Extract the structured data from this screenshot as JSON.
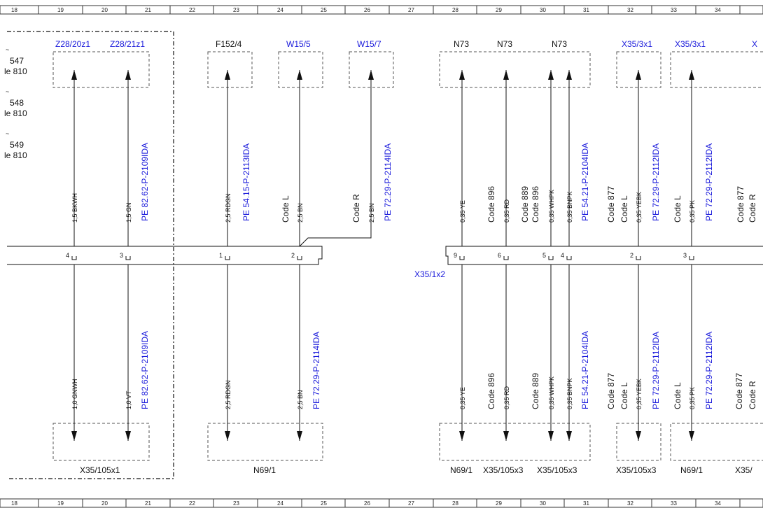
{
  "colors": {
    "line": "#111111",
    "link": "#1a1adb",
    "ruler": "#333333"
  },
  "ruler": {
    "top": [
      "18",
      "19",
      "20",
      "21",
      "22",
      "23",
      "24",
      "25",
      "26",
      "27",
      "28",
      "29",
      "30",
      "31",
      "32",
      "33",
      "34"
    ],
    "bottom": [
      "18",
      "19",
      "20",
      "21",
      "22",
      "23",
      "24",
      "25",
      "26",
      "27",
      "28",
      "29",
      "30",
      "31",
      "32",
      "33",
      "34"
    ]
  },
  "left_notes": [
    {
      "sym": "~",
      "num": "547",
      "txt": "le 810"
    },
    {
      "sym": "~",
      "num": "548",
      "txt": "le 810"
    },
    {
      "sym": "~",
      "num": "549",
      "txt": "le 810"
    }
  ],
  "top_components": [
    {
      "id": "tc1",
      "text": "Z28/20z1",
      "blue": true
    },
    {
      "id": "tc2",
      "text": "Z28/21z1",
      "blue": true
    },
    {
      "id": "tc3",
      "text": "F152/4",
      "blue": false
    },
    {
      "id": "tc4",
      "text": "W15/5",
      "blue": true
    },
    {
      "id": "tc5",
      "text": "W15/7",
      "blue": true
    },
    {
      "id": "tc6",
      "text": "N73",
      "blue": false
    },
    {
      "id": "tc7",
      "text": "N73",
      "blue": false
    },
    {
      "id": "tc8",
      "text": "N73",
      "blue": false
    },
    {
      "id": "tc9",
      "text": "X35/3x1",
      "blue": true
    },
    {
      "id": "tc10",
      "text": "X35/3x1",
      "blue": true
    },
    {
      "id": "tc11",
      "text": "X",
      "blue": true
    }
  ],
  "wire_labels_top": [
    "1,5 BKWH",
    "1,5 GN",
    "2,5 RDGN",
    "2,5 BN",
    "2,5 BN",
    "0,35 YE",
    "0,35 RD",
    "0,35 WHPK",
    "0,35 BNPK",
    "0,35 YEBK",
    "0,35 PK"
  ],
  "wire_labels_bottom": [
    "1,0 GNWH",
    "1,0 VT",
    "2,5 RDGN",
    "2,5 BN",
    "0,35 YE",
    "0,35 RD",
    "0,35 WHPK",
    "0,35 BNPK",
    "0,35 YEBK",
    "0,35 PK"
  ],
  "pe_refs_top": [
    "PE 82.62-P-2109IDA",
    "PE 54.15-P-2113IDA",
    "PE 72.29-P-2114IDA",
    "PE 54.21-P-2104IDA",
    "PE 72.29-P-2112IDA",
    "PE 72.29-P-2112IDA"
  ],
  "pe_refs_bottom": [
    "PE 82.62-P-2109IDA",
    "PE 72.29-P-2114IDA",
    "PE 54.21-P-2104IDA",
    "PE 72.29-P-2112IDA",
    "PE 72.29-P-2112IDA"
  ],
  "codes_top": [
    "Code L",
    "Code R",
    "Code 896",
    "Code 889",
    "Code 896",
    "Code 877",
    "Code L",
    "Code L",
    "Code 877",
    "Code R"
  ],
  "codes_bottom": [
    "Code 896",
    "Code 889",
    "Code 877",
    "Code L",
    "Code L",
    "Code 877",
    "Code R"
  ],
  "pins": [
    "4",
    "3",
    "1",
    "2",
    "9",
    "6",
    "5",
    "4",
    "2",
    "3"
  ],
  "connector_label": "X35/1x2",
  "bottom_components": [
    {
      "id": "bc1",
      "text": "X35/105x1"
    },
    {
      "id": "bc2",
      "text": "N69/1"
    },
    {
      "id": "bc3",
      "text": "N69/1"
    },
    {
      "id": "bc4",
      "text": "X35/105x3"
    },
    {
      "id": "bc5",
      "text": "X35/105x3"
    },
    {
      "id": "bc6",
      "text": "X35/105x3"
    },
    {
      "id": "bc7",
      "text": "N69/1"
    },
    {
      "id": "bc8",
      "text": "X35/"
    }
  ]
}
